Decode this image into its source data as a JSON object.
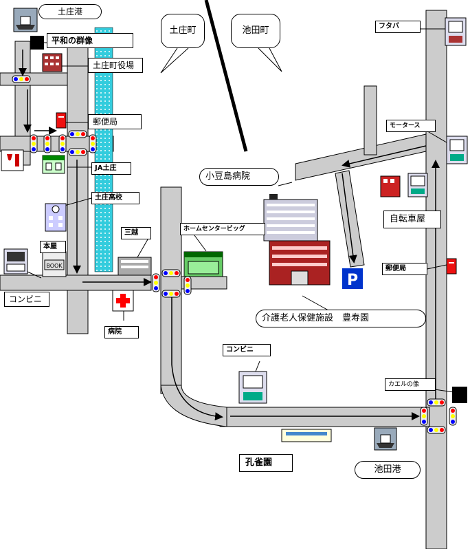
{
  "map": {
    "colors": {
      "road_fill": "#cccccc",
      "road_edge": "#000000",
      "river_fill": "#33ccdd",
      "river_hatch": "#ffffff",
      "signal_red": "#ff0000",
      "signal_yellow": "#ffff00",
      "signal_blue": "#0000ff",
      "parking_blue": "#0033cc",
      "hospital_red": "#ff0000",
      "boundary": "#000000"
    },
    "areas": {
      "tonosho": "土庄町",
      "ikeda": "池田町"
    },
    "labels": {
      "tonosho_port": "土庄港",
      "heiwa_statue": "平和の群像",
      "town_office": "土庄町役場",
      "post_office_west": "郵便局",
      "ja_tonosho": "JA土庄",
      "tonosho_high": "土庄高校",
      "bookstore": "本屋",
      "book_sign": "BOOK",
      "convenience_west": "コンビニ",
      "mitsukoshi": "三越",
      "home_center": "ホームセンタービッグ",
      "hospital_small": "病院",
      "shodoshima_hospital": "小豆島病院",
      "care_facility": "介護老人保健施設　豊寿園",
      "futaba": "フタバ",
      "motors": "モータース",
      "bicycle_shop": "自転車屋",
      "post_office_east": "郵便局",
      "convenience_south": "コンビニ",
      "frog_statue": "カエルの像",
      "kujakuen": "孔雀園",
      "ikeda_port": "池田港",
      "parking_sign": "P"
    },
    "icons": [
      "ship-icon",
      "statue-marker-icon",
      "building-icon",
      "post-box-icon",
      "wine-shop-icon",
      "shop-icon",
      "school-icon",
      "store-icon",
      "hospital-cross-icon",
      "parking-icon",
      "traffic-signal-icon"
    ]
  }
}
